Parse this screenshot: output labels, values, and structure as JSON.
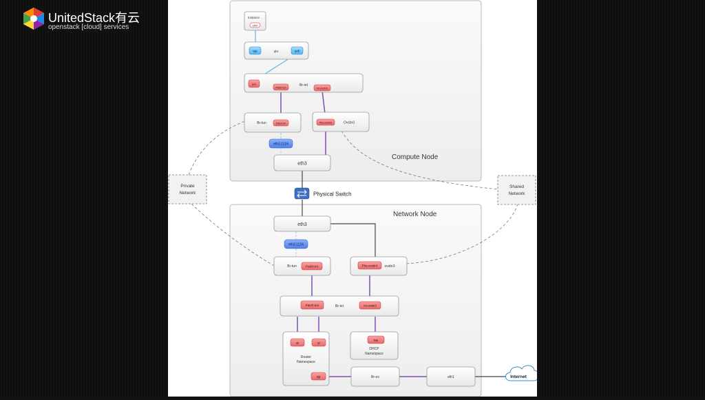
{
  "brand": {
    "title": "UnitedStack有云",
    "subtitle": "openstack [cloud] services"
  },
  "compute": {
    "label": "Compute Node",
    "instance": "Instance",
    "eth0": "eth0",
    "tap": "tap",
    "qbr": "qbr",
    "qvb": "qvb",
    "qvo": "qvo",
    "patch_tun": "Patch-tun",
    "br_int": "Br-int",
    "int_ovsbr3": "Int-ovsbr3",
    "br_tun": "Br-tun",
    "patch_int": "Patch-int",
    "phy_ovsbr3": "Phy-ovsbr3",
    "ovsbr3": "Ovsbr3",
    "eth3_1124": "eth3.1124",
    "eth3": "eth3"
  },
  "physical_switch": "Physical Switch",
  "private_network": [
    "Private",
    "Network"
  ],
  "shared_network": [
    "Shared",
    "Network"
  ],
  "network": {
    "label": "Network Node",
    "eth3": "eth3",
    "eth3_1124": "eth3.1124",
    "br_tun": "Br-tun",
    "patch_int": "Patch-int",
    "phy_ovsbr3": "Phy-ovsbr3",
    "ovsbr3": "ovsbr3",
    "patch_tun": "Patch-tun",
    "br_int": "Br-int",
    "int_ovsbr3": "Int-ovsbr3",
    "qr1": "qr",
    "qr2": "qr",
    "router_ns": [
      "Router",
      "Namespace"
    ],
    "tap": "tap",
    "dhcp_ns": [
      "DHCP",
      "Namespace"
    ],
    "qg": "qg",
    "br_ex": "Br-ex",
    "eth1": "eth1",
    "internet": "Internet"
  }
}
